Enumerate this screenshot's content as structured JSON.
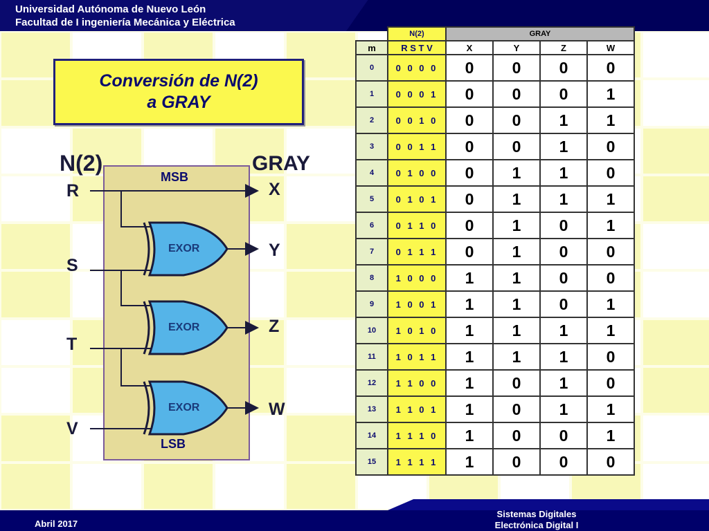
{
  "header": {
    "line1": "Universidad Autónoma de Nuevo León",
    "line2": "Facultad de I ingeniería Mecánica y Eléctrica"
  },
  "title": {
    "line1": "Conversión de N(2)",
    "line2": "a GRAY"
  },
  "diagram": {
    "input_label": "N(2)",
    "output_label": "GRAY",
    "msb": "MSB",
    "lsb": "LSB",
    "inputs": [
      "R",
      "S",
      "T",
      "V"
    ],
    "outputs": [
      "X",
      "Y",
      "Z",
      "W"
    ],
    "gate_label": "EXOR"
  },
  "table": {
    "group_n": "N(2)",
    "group_gray": "GRAY",
    "col_m": "m",
    "col_rstv": "R S T V",
    "gray_cols": [
      "X",
      "Y",
      "Z",
      "W"
    ],
    "rows": [
      {
        "m": "0",
        "n": "0 0 0 0",
        "g": [
          "0",
          "0",
          "0",
          "0"
        ]
      },
      {
        "m": "1",
        "n": "0 0 0 1",
        "g": [
          "0",
          "0",
          "0",
          "1"
        ]
      },
      {
        "m": "2",
        "n": "0 0 1 0",
        "g": [
          "0",
          "0",
          "1",
          "1"
        ]
      },
      {
        "m": "3",
        "n": "0 0 1 1",
        "g": [
          "0",
          "0",
          "1",
          "0"
        ]
      },
      {
        "m": "4",
        "n": "0 1 0 0",
        "g": [
          "0",
          "1",
          "1",
          "0"
        ]
      },
      {
        "m": "5",
        "n": "0 1 0 1",
        "g": [
          "0",
          "1",
          "1",
          "1"
        ]
      },
      {
        "m": "6",
        "n": "0 1 1 0",
        "g": [
          "0",
          "1",
          "0",
          "1"
        ]
      },
      {
        "m": "7",
        "n": "0 1 1 1",
        "g": [
          "0",
          "1",
          "0",
          "0"
        ]
      },
      {
        "m": "8",
        "n": "1 0 0 0",
        "g": [
          "1",
          "1",
          "0",
          "0"
        ]
      },
      {
        "m": "9",
        "n": "1 0 0 1",
        "g": [
          "1",
          "1",
          "0",
          "1"
        ]
      },
      {
        "m": "10",
        "n": "1 0 1 0",
        "g": [
          "1",
          "1",
          "1",
          "1"
        ]
      },
      {
        "m": "11",
        "n": "1 0 1 1",
        "g": [
          "1",
          "1",
          "1",
          "0"
        ]
      },
      {
        "m": "12",
        "n": "1 1 0 0",
        "g": [
          "1",
          "0",
          "1",
          "0"
        ]
      },
      {
        "m": "13",
        "n": "1 1 0 1",
        "g": [
          "1",
          "0",
          "1",
          "1"
        ]
      },
      {
        "m": "14",
        "n": "1 1 1 0",
        "g": [
          "1",
          "0",
          "0",
          "1"
        ]
      },
      {
        "m": "15",
        "n": "1 1 1 1",
        "g": [
          "1",
          "0",
          "0",
          "0"
        ]
      }
    ]
  },
  "footer": {
    "date": "Abril 2017",
    "course1": "Sistemas Digitales",
    "course2": "Electrónica Digital I"
  },
  "colors": {
    "header": "#0a0a6e",
    "title_bg": "#fbf84e",
    "gate_fill": "#55b4e8",
    "panel": "#e6dc9a"
  }
}
